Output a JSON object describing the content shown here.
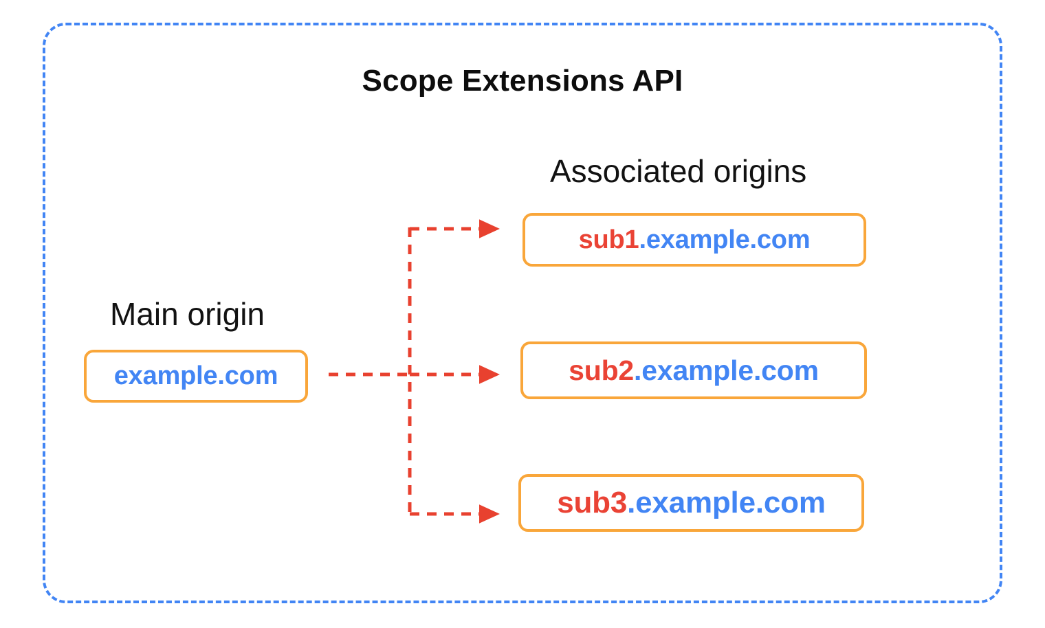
{
  "diagram": {
    "title": "Scope Extensions API",
    "frame_color": "#4285F4",
    "box_border_color": "#F9A63A",
    "connector_color": "#E8412F",
    "subdomain_color": "#EA4335",
    "domain_color": "#4285F4"
  },
  "main": {
    "caption": "Main origin",
    "box": {
      "full_text": "example.com",
      "subdomain_part": "",
      "domain_part": "example.com"
    }
  },
  "associated": {
    "caption": "Associated origins",
    "boxes": [
      {
        "full_text": "sub1.example.com",
        "subdomain_part": "sub1",
        "domain_part": ".example.com"
      },
      {
        "full_text": "sub2.example.com",
        "subdomain_part": "sub2",
        "domain_part": ".example.com"
      },
      {
        "full_text": "sub3.example.com",
        "subdomain_part": "sub3",
        "domain_part": ".example.com"
      }
    ]
  },
  "connectors": {
    "style": "dashed-arrow",
    "count": 3,
    "from": "example.com",
    "to": [
      "sub1.example.com",
      "sub2.example.com",
      "sub3.example.com"
    ]
  }
}
